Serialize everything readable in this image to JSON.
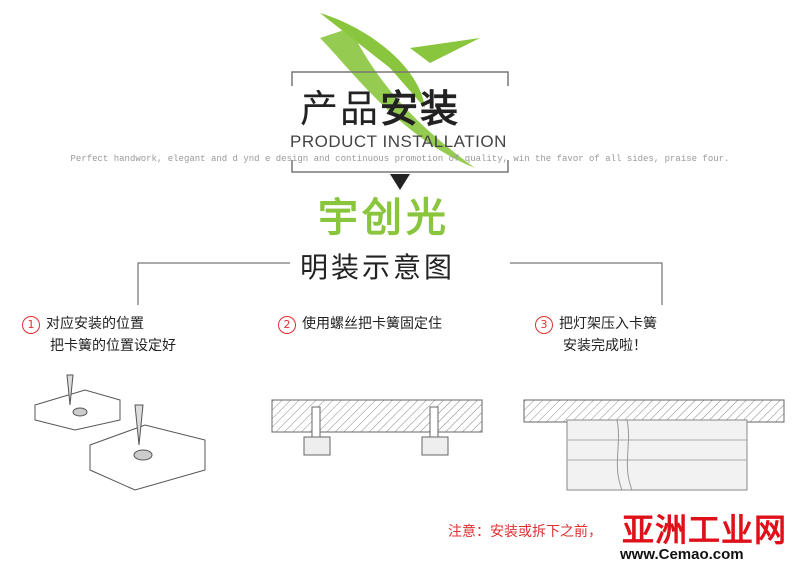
{
  "header": {
    "title_light": "产品",
    "title_bold": "安装",
    "subtitle": "PRODUCT INSTALLATION",
    "tagline": "Perfect handwork, elegant and d ynd e design and continuous promotion of quality, win the favor of all sides, praise four."
  },
  "brand": "宇创光",
  "diagram_title": "明装示意图",
  "steps": [
    {
      "num": "1",
      "line1": "对应安装的位置",
      "line2": "把卡簧的位置设定好"
    },
    {
      "num": "2",
      "line1": "使用螺丝把卡簧固定住",
      "line2": ""
    },
    {
      "num": "3",
      "line1": "把灯架压入卡簧",
      "line2": "安装完成啦！"
    }
  ],
  "note": "注意：安装或拆下之前，",
  "watermark": {
    "name": "亚洲工业网",
    "url": "www.Cemao.com"
  },
  "colors": {
    "green": "#8ac53e",
    "red": "#e03030"
  }
}
